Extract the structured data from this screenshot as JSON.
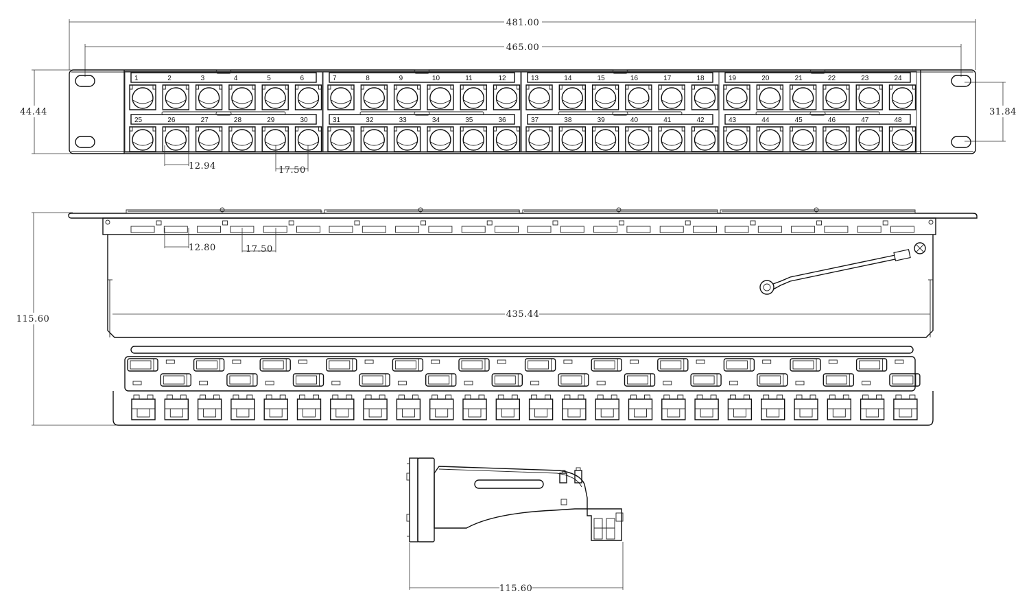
{
  "front_view": {
    "dimensions": {
      "overall_width": "481.00",
      "mounting_hole_spacing": "465.00",
      "height": "44.44",
      "hole_vertical_spacing": "31.84",
      "port_width": "12.94",
      "port_pitch": "17.50"
    },
    "port_rows": [
      [
        "1",
        "2",
        "3",
        "4",
        "5",
        "6",
        "7",
        "8",
        "9",
        "10",
        "11",
        "12",
        "13",
        "14",
        "15",
        "16",
        "17",
        "18",
        "19",
        "20",
        "21",
        "22",
        "23",
        "24"
      ],
      [
        "25",
        "26",
        "27",
        "28",
        "29",
        "30",
        "31",
        "32",
        "33",
        "34",
        "35",
        "36",
        "37",
        "38",
        "39",
        "40",
        "41",
        "42",
        "43",
        "44",
        "45",
        "46",
        "47",
        "48"
      ]
    ]
  },
  "top_view": {
    "dimensions": {
      "slot_width": "12.80",
      "slot_pitch": "17.50",
      "depth": "115.60",
      "inner_width": "435.44"
    }
  },
  "side_view": {
    "dimensions": {
      "depth": "115.60"
    }
  }
}
